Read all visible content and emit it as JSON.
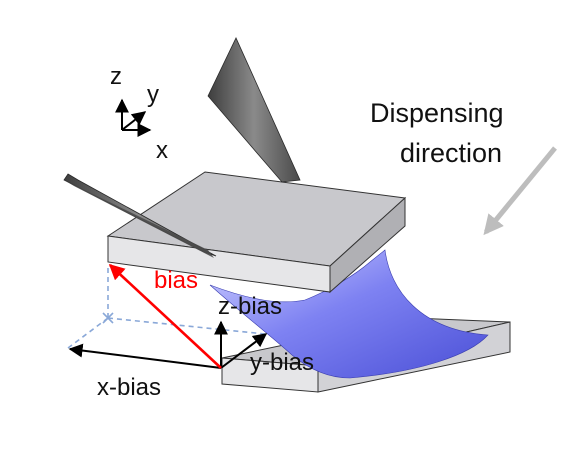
{
  "axes_indicator": {
    "z": "z",
    "y": "y",
    "x": "x"
  },
  "dispensing": {
    "line1": "Dispensing",
    "line2": "direction"
  },
  "bias_labels": {
    "bias": "bias",
    "x_bias": "x-bias",
    "y_bias": "y-bias",
    "z_bias": "z-bias"
  },
  "colors": {
    "plate_top": "#c8c8cc",
    "plate_front": "#e6e6e8",
    "plate_side": "#a9a9ad",
    "fluid": "#7b7ff0",
    "needle": "#6b6b6b",
    "bias_vector": "#ff0000",
    "guide_dashed": "#8aa8d8",
    "dispense_arrow": "#bdbdbd"
  }
}
